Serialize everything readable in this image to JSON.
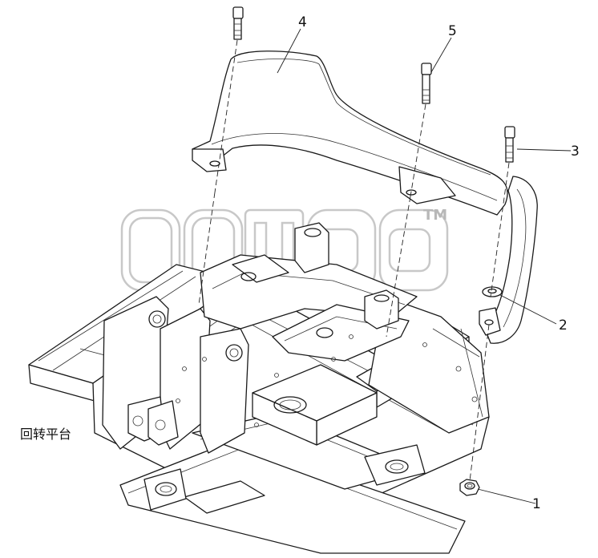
{
  "callouts": [
    {
      "id": "1",
      "label": "1"
    },
    {
      "id": "2",
      "label": "2"
    },
    {
      "id": "3",
      "label": "3"
    },
    {
      "id": "4",
      "label": "4"
    },
    {
      "id": "5",
      "label": "5"
    }
  ],
  "assembly_label": "回转平台",
  "watermark": {
    "text": "TM",
    "color": "#c8c8c8"
  },
  "colors": {
    "line": "#1a1a1a",
    "background": "#ffffff"
  }
}
